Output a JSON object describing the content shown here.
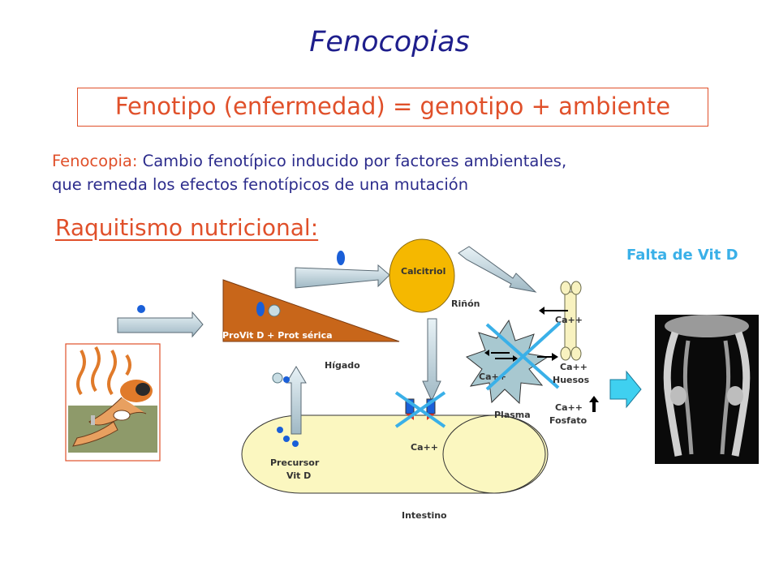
{
  "title": "Fenocopias",
  "formula": "Fenotipo (enfermedad) = genotipo + ambiente",
  "definition": {
    "term": "Fenocopia:",
    "line1_rest": " Cambio fenotípico inducido por factores ambientales,",
    "line2": "que remeda los efectos fenotípicos de una mutación"
  },
  "subtitle": "Raquitismo nutricional:",
  "side_note": "Falta de Vit D",
  "diagram": {
    "provit": "ProVit D + Prot sérica",
    "higado": "Hígado",
    "calcitriol": "Calcitriol",
    "rinon": "Riñón",
    "ca_bone_top": "Ca++",
    "ca_plasma": "Ca++",
    "ca_bone_bottom": "Ca++",
    "huesos": "Huesos",
    "plasma": "Plasma",
    "ca_phosphate": "Ca++",
    "fosfato": "Fosfato",
    "ca_intestine": "Ca++",
    "precursor_line1": "Precursor",
    "precursor_line2": "Vit D",
    "intestino": "Intestino"
  },
  "colors": {
    "title": "#1e1e8c",
    "accent": "#e0502a",
    "text": "#2c2c8c",
    "highlight": "#3ab0e8",
    "liver": "#c8661a",
    "kidney": "#f5b800",
    "intestine": "#fbf7c0",
    "blue_dot": "#1a5fd8"
  }
}
